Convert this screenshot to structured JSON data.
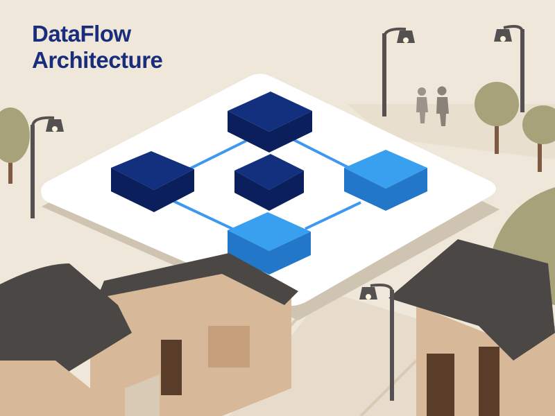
{
  "header": {
    "title_line_1": "DataFlow",
    "title_line_2": "Architecture"
  },
  "colors": {
    "title": "#1a2d7d",
    "background": "#efe7da",
    "ground": "#e7dccb",
    "platform": "#ffffff",
    "platform_shadow": "#cfc4b1",
    "node_dark": "#13307f",
    "node_dark_side": "#0b1f5c",
    "node_light": "#39a0ef",
    "node_light_side": "#2277c9",
    "connector": "#3e97f0",
    "roof": "#4a4744",
    "wall": "#d7b899",
    "wood": "#5a3d28",
    "tree": "#a7a27a",
    "trunk": "#7d5a41",
    "lamp": "#555150"
  },
  "diagram": {
    "nodes": [
      {
        "id": "node-top",
        "tone": "dark"
      },
      {
        "id": "node-left",
        "tone": "dark"
      },
      {
        "id": "node-center",
        "tone": "dark"
      },
      {
        "id": "node-right",
        "tone": "light"
      },
      {
        "id": "node-bottom",
        "tone": "light"
      }
    ],
    "edges": [
      {
        "from": "node-left",
        "to": "node-top"
      },
      {
        "from": "node-top",
        "to": "node-right"
      },
      {
        "from": "node-left",
        "to": "node-bottom"
      },
      {
        "from": "node-bottom",
        "to": "node-right"
      }
    ]
  },
  "scene": {
    "icons": [
      "street-lamp-icon",
      "tree-icon",
      "person-icon",
      "hanok-house-icon"
    ]
  }
}
